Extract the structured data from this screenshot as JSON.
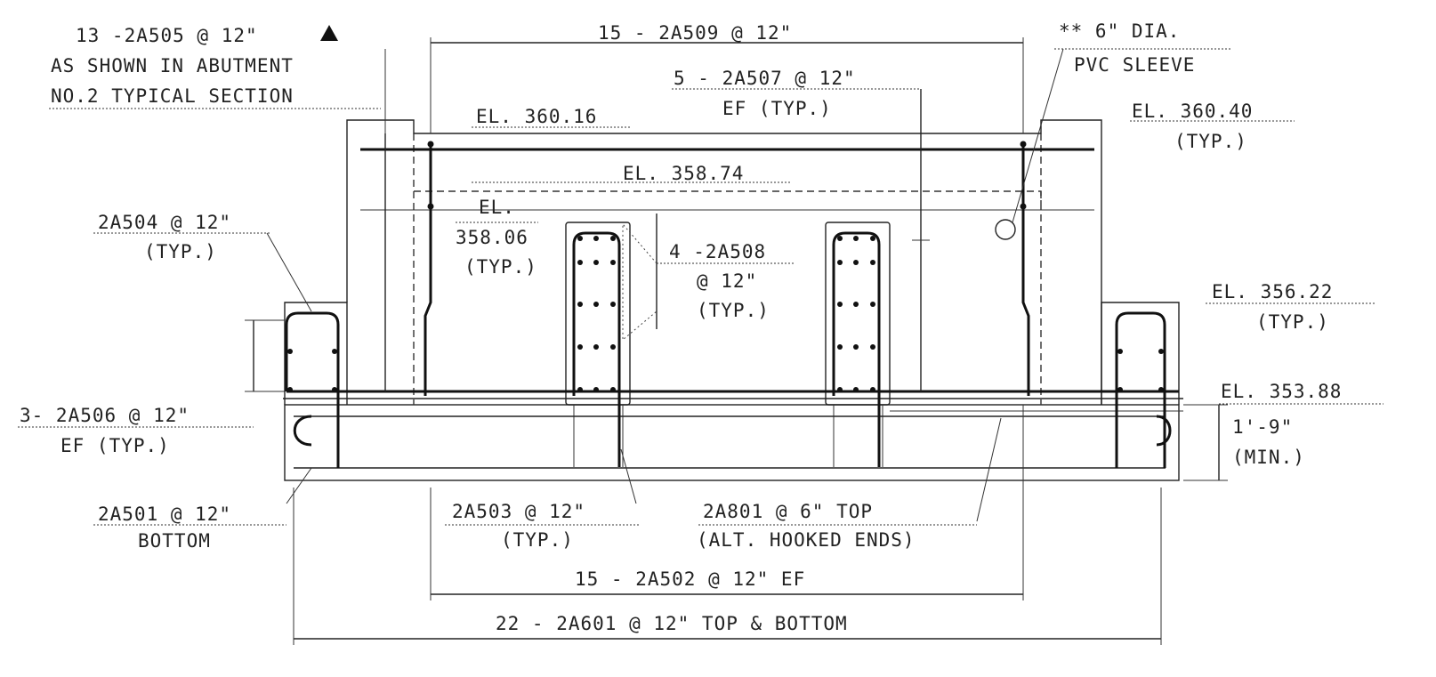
{
  "labels": {
    "top_left_1": "13 -2A505 @ 12\"",
    "top_left_2": "AS SHOWN IN ABUTMENT",
    "top_left_3": "NO.2 TYPICAL SECTION",
    "top_center": "15 - 2A509 @ 12\"",
    "sleeve_1": "** 6\" DIA.",
    "sleeve_2": "PVC SLEEVE",
    "ef_2a507_1": "5 - 2A507 @ 12\"",
    "ef_2a507_2": "EF (TYP.)",
    "el_36016": "EL. 360.16",
    "el_36040_1": "EL. 360.40",
    "el_36040_2": "(TYP.)",
    "el_35874": "EL. 358.74",
    "a504_1": "2A504 @ 12\"",
    "a504_2": "(TYP.)",
    "el_35806_1": "EL.",
    "el_35806_2": "358.06",
    "el_35806_3": "(TYP.)",
    "a508_1": "4 -2A508",
    "a508_2": "@ 12\"",
    "a508_3": "(TYP.)",
    "el_35622_1": "EL. 356.22",
    "el_35622_2": "(TYP.)",
    "el_35388": "EL. 353.88",
    "a506_1": "3- 2A506 @ 12\"",
    "a506_2": "EF (TYP.)",
    "dim_1": "1'-9\"",
    "dim_2": "(MIN.)",
    "a501_1": "2A501 @ 12\"",
    "a501_2": "BOTTOM",
    "a503_1": "2A503 @ 12\"",
    "a503_2": "(TYP.)",
    "a801_1": "2A801 @ 6\" TOP",
    "a801_2": "(ALT. HOOKED ENDS)",
    "a502": "15 - 2A502 @ 12\" EF",
    "a601": "22 - 2A601 @ 12\" TOP & BOTTOM"
  }
}
